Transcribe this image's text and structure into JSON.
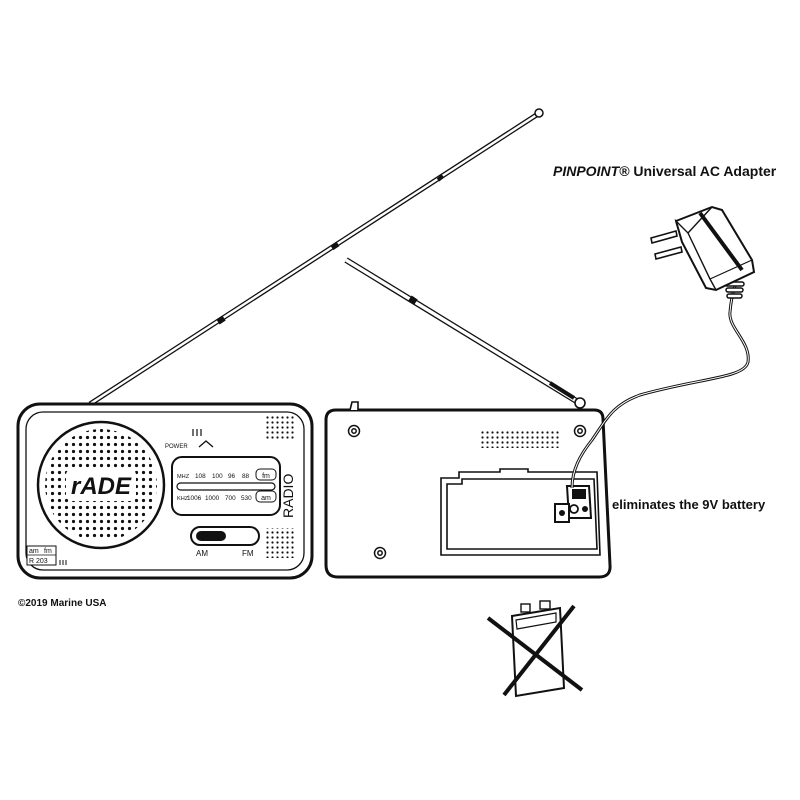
{
  "adapter_caption": {
    "brand": "PINPOINT®",
    "rest": " Universal AC Adapter"
  },
  "battery_caption": "eliminates the 9V battery",
  "copyright": "©2019 Marine USA",
  "radio": {
    "brand": "rADE",
    "side_label": "RADIO",
    "power_label": "POWER",
    "mhz_label": "MHZ",
    "khz_label": "KHZ",
    "fm_scale": [
      "108",
      "100",
      "96",
      "88"
    ],
    "am_scale": [
      "1006",
      "1000",
      "700",
      "530"
    ],
    "fm_band": "fm",
    "am_band": "am",
    "switch_am": "AM",
    "switch_fm": "FM",
    "badge_am": "am",
    "badge_fm": "fm",
    "model": "R 203"
  },
  "colors": {
    "ink": "#111111",
    "paper": "#ffffff"
  }
}
